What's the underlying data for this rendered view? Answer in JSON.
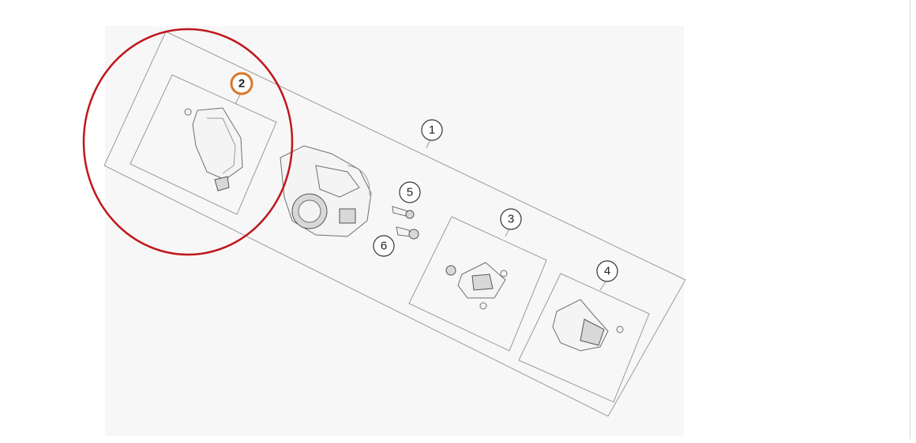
{
  "diagram": {
    "callouts": [
      {
        "id": "1",
        "label": "1"
      },
      {
        "id": "2",
        "label": "2"
      },
      {
        "id": "3",
        "label": "3"
      },
      {
        "id": "4",
        "label": "4"
      },
      {
        "id": "5",
        "label": "5"
      },
      {
        "id": "6",
        "label": "6"
      }
    ],
    "colors": {
      "background_panel": "#f7f7f7",
      "highlight_circle": "#c0161c",
      "selected_callout": "#d8782a",
      "line": "#9a9a9a"
    }
  }
}
